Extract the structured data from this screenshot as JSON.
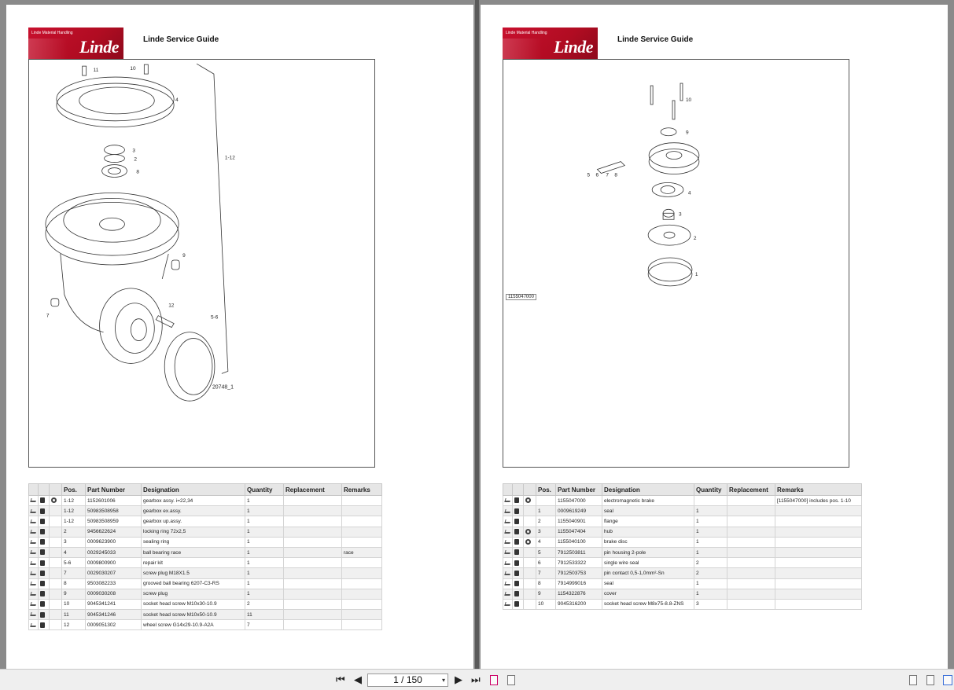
{
  "viewer": {
    "page_indicator": "1 / 150",
    "nav": {
      "first": "⏮",
      "prev": "◀",
      "next": "▶",
      "last": "⏭"
    }
  },
  "left_page": {
    "logo_tag": "Linde Material Handling",
    "logo_mark": "Linde",
    "title": "Linde Service Guide",
    "drawing_id": "20748_1",
    "callouts": [
      "11",
      "10",
      "4",
      "3",
      "2",
      "8",
      "1-12",
      "9",
      "7",
      "12",
      "5-6"
    ],
    "headers": [
      "",
      "",
      "",
      "Pos.",
      "Part Number",
      "Designation",
      "Quantity",
      "Replacement",
      "Remarks"
    ],
    "rows": [
      {
        "gear": true,
        "pos": "1-12",
        "part": "1152601006",
        "desig": "gearbox assy. i=22,34",
        "qty": "1",
        "repl": "",
        "rem": ""
      },
      {
        "gear": false,
        "pos": "1-12",
        "part": "50983508958",
        "desig": "gearbox ex.assy.",
        "qty": "1",
        "repl": "",
        "rem": ""
      },
      {
        "gear": false,
        "pos": "1-12",
        "part": "50983508959",
        "desig": "gearbox up.assy.",
        "qty": "1",
        "repl": "",
        "rem": ""
      },
      {
        "gear": false,
        "pos": "2",
        "part": "9456622624",
        "desig": "locking ring 72x2,5",
        "qty": "1",
        "repl": "",
        "rem": ""
      },
      {
        "gear": false,
        "pos": "3",
        "part": "0009623900",
        "desig": "sealing ring",
        "qty": "1",
        "repl": "",
        "rem": ""
      },
      {
        "gear": false,
        "pos": "4",
        "part": "0029245033",
        "desig": "ball bearing race",
        "qty": "1",
        "repl": "",
        "rem": "race"
      },
      {
        "gear": false,
        "pos": "5-6",
        "part": "0009800900",
        "desig": "repair kit",
        "qty": "1",
        "repl": "",
        "rem": ""
      },
      {
        "gear": false,
        "pos": "7",
        "part": "0029030207",
        "desig": "screw plug M18X1.5",
        "qty": "1",
        "repl": "",
        "rem": ""
      },
      {
        "gear": false,
        "pos": "8",
        "part": "9503082233",
        "desig": "grooved ball bearing 6207-C3-RS",
        "qty": "1",
        "repl": "",
        "rem": ""
      },
      {
        "gear": false,
        "pos": "9",
        "part": "0009030208",
        "desig": "screw plug",
        "qty": "1",
        "repl": "",
        "rem": ""
      },
      {
        "gear": false,
        "pos": "10",
        "part": "9045341241",
        "desig": "socket head screw M10x30-10.9",
        "qty": "2",
        "repl": "",
        "rem": ""
      },
      {
        "gear": false,
        "pos": "11",
        "part": "9045341246",
        "desig": "socket head screw M10x50-10.9",
        "qty": "11",
        "repl": "",
        "rem": ""
      },
      {
        "gear": false,
        "pos": "12",
        "part": "0009051302",
        "desig": "wheel screw G14x29-10.9-A2A",
        "qty": "7",
        "repl": "",
        "rem": ""
      }
    ]
  },
  "right_page": {
    "logo_tag": "Linde Material Handling",
    "logo_mark": "Linde",
    "title": "Linde Service Guide",
    "ref_box": "1155047000",
    "callouts": [
      "10",
      "9",
      "5",
      "6",
      "7",
      "8",
      "4",
      "3",
      "2",
      "1"
    ],
    "headers": [
      "",
      "",
      "",
      "Pos.",
      "Part Number",
      "Designation",
      "Quantity",
      "Replacement",
      "Remarks"
    ],
    "rows": [
      {
        "gear": true,
        "pos": "",
        "part": "1155047000",
        "desig": "electromagnetic brake",
        "qty": "",
        "repl": "",
        "rem": "[1155047000] includes pos. 1-10"
      },
      {
        "gear": false,
        "pos": "1",
        "part": "0009619249",
        "desig": "seal",
        "qty": "1",
        "repl": "",
        "rem": ""
      },
      {
        "gear": false,
        "pos": "2",
        "part": "1155040901",
        "desig": "flange",
        "qty": "1",
        "repl": "",
        "rem": ""
      },
      {
        "gear": true,
        "pos": "3",
        "part": "1155047404",
        "desig": "hub",
        "qty": "1",
        "repl": "",
        "rem": ""
      },
      {
        "gear": true,
        "pos": "4",
        "part": "1155040100",
        "desig": "brake disc",
        "qty": "1",
        "repl": "",
        "rem": ""
      },
      {
        "gear": false,
        "pos": "5",
        "part": "7912503811",
        "desig": "pin housing 2-pole",
        "qty": "1",
        "repl": "",
        "rem": ""
      },
      {
        "gear": false,
        "pos": "6",
        "part": "7912533322",
        "desig": "single wire seal",
        "qty": "2",
        "repl": "",
        "rem": ""
      },
      {
        "gear": false,
        "pos": "7",
        "part": "7912503753",
        "desig": "pin contact 0,5-1,0mm²-Sn",
        "qty": "2",
        "repl": "",
        "rem": ""
      },
      {
        "gear": false,
        "pos": "8",
        "part": "7914999016",
        "desig": "seal",
        "qty": "1",
        "repl": "",
        "rem": ""
      },
      {
        "gear": false,
        "pos": "9",
        "part": "1154322876",
        "desig": "cover",
        "qty": "1",
        "repl": "",
        "rem": ""
      },
      {
        "gear": false,
        "pos": "10",
        "part": "9045316200",
        "desig": "socket head screw M8x75-8.8-ZNS",
        "qty": "3",
        "repl": "",
        "rem": ""
      }
    ]
  }
}
